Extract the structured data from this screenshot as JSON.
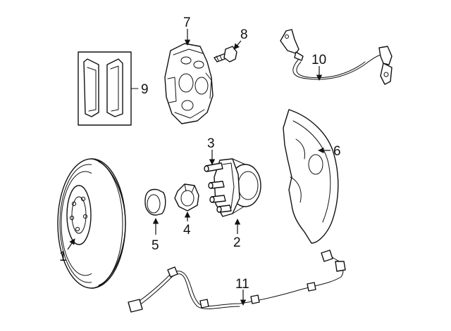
{
  "callouts": [
    {
      "number": "1"
    },
    {
      "number": "2"
    },
    {
      "number": "3"
    },
    {
      "number": "4"
    },
    {
      "number": "5"
    },
    {
      "number": "6"
    },
    {
      "number": "7"
    },
    {
      "number": "8"
    },
    {
      "number": "9"
    },
    {
      "number": "10"
    },
    {
      "number": "11"
    }
  ],
  "colors": {
    "line": "#111111",
    "background": "#ffffff"
  }
}
